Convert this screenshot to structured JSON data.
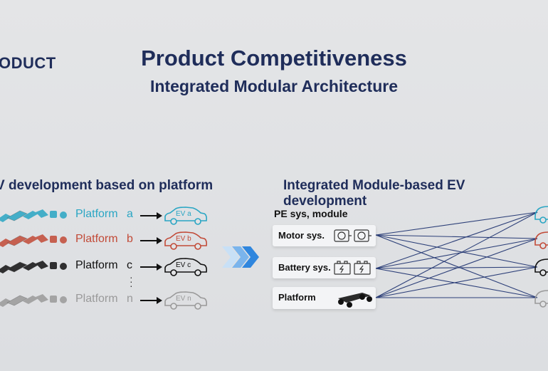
{
  "header": {
    "section_tag": "ODUCT",
    "title": "Product Competitiveness",
    "subtitle": "Integrated Modular Architecture"
  },
  "left": {
    "heading": "V development based on platform",
    "platforms": [
      {
        "name": "Platform",
        "letter": "a",
        "ev": "EV a",
        "color": "#2aa6c4"
      },
      {
        "name": "Platform",
        "letter": "b",
        "ev": "EV b",
        "color": "#c24a37"
      },
      {
        "name": "Platform",
        "letter": "c",
        "ev": "EV c",
        "color": "#111111"
      },
      {
        "name": "Platform",
        "letter": "n",
        "ev": "EV n",
        "color": "#9a9a9a"
      }
    ]
  },
  "right": {
    "heading": "Integrated Module-based EV development",
    "pe_label": "PE sys, module",
    "modules": [
      {
        "label": "Motor sys."
      },
      {
        "label": "Battery sys."
      },
      {
        "label": "Platform"
      }
    ]
  },
  "colors": {
    "navy": "#1f2d5a",
    "chevron": "#3d8fe0",
    "connector": "#2c3f78"
  }
}
